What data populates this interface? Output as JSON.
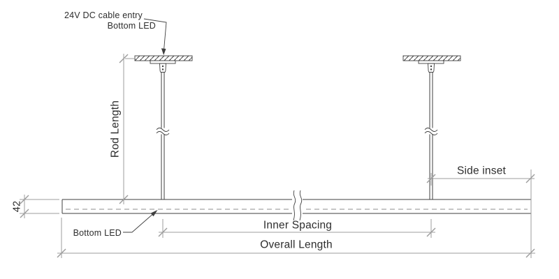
{
  "diagram": {
    "type": "technical-dimension-drawing",
    "subject": "suspended linear pendant luminaire, side elevation"
  },
  "colors": {
    "background": "#ffffff",
    "drawing": "#3f3f3f",
    "dimension": "#9c9c9c",
    "text": "#2d2d2d",
    "led_dash": "#8f8f8f"
  },
  "annotations": {
    "cable_entry_line1": "24V DC cable entry",
    "cable_entry_line2": "Bottom LED",
    "rod_length": "Rod Length",
    "side_inset": "Side inset",
    "bottom_led": "Bottom LED",
    "inner_spacing": "Inner Spacing",
    "overall_length": "Overall Length",
    "bar_height": "42"
  }
}
